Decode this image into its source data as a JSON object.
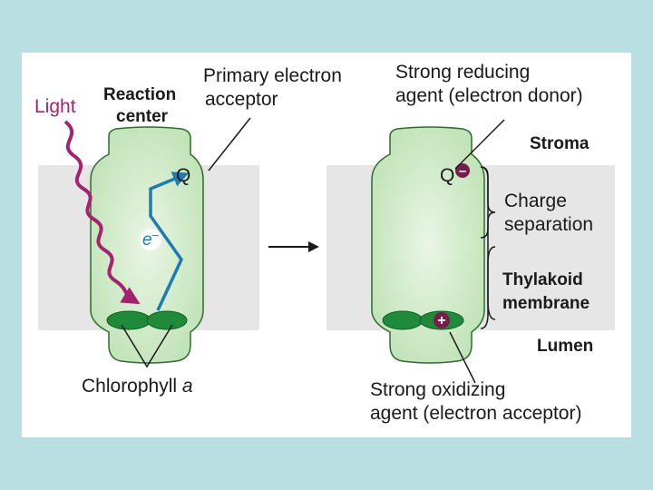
{
  "labels": {
    "light": "Light",
    "reaction_center_line1": "Reaction",
    "reaction_center_line2": "center",
    "primary_acceptor_line1": "Primary electron",
    "primary_acceptor_line2": "acceptor",
    "strong_reducing_line1": "Strong reducing",
    "strong_reducing_line2": "agent (electron donor)",
    "stroma": "Stroma",
    "charge_separation_line1": "Charge",
    "charge_separation_line2": "separation",
    "thylakoid_line1": "Thylakoid",
    "thylakoid_line2": "membrane",
    "lumen": "Lumen",
    "chlorophyll_prefix": "Chlorophyll ",
    "chlorophyll_suffix": "a",
    "strong_oxidizing_line1": "Strong oxidizing",
    "strong_oxidizing_line2": "agent (electron acceptor)",
    "q_left": "Q",
    "q_right": "Q",
    "electron": "e",
    "electron_charge": "–",
    "minus_sign": "–",
    "plus_sign": "+"
  },
  "colors": {
    "background": "#b9dfe3",
    "membrane": "#e6e6e6",
    "cell_fill": "#d5edcf",
    "cell_stroke": "#2f6b2f",
    "chlorophyll": "#1f8a3a",
    "light_arrow": "#a4226f",
    "electron_path": "#1f7ab0",
    "charge_marker": "#7a1c4c"
  }
}
